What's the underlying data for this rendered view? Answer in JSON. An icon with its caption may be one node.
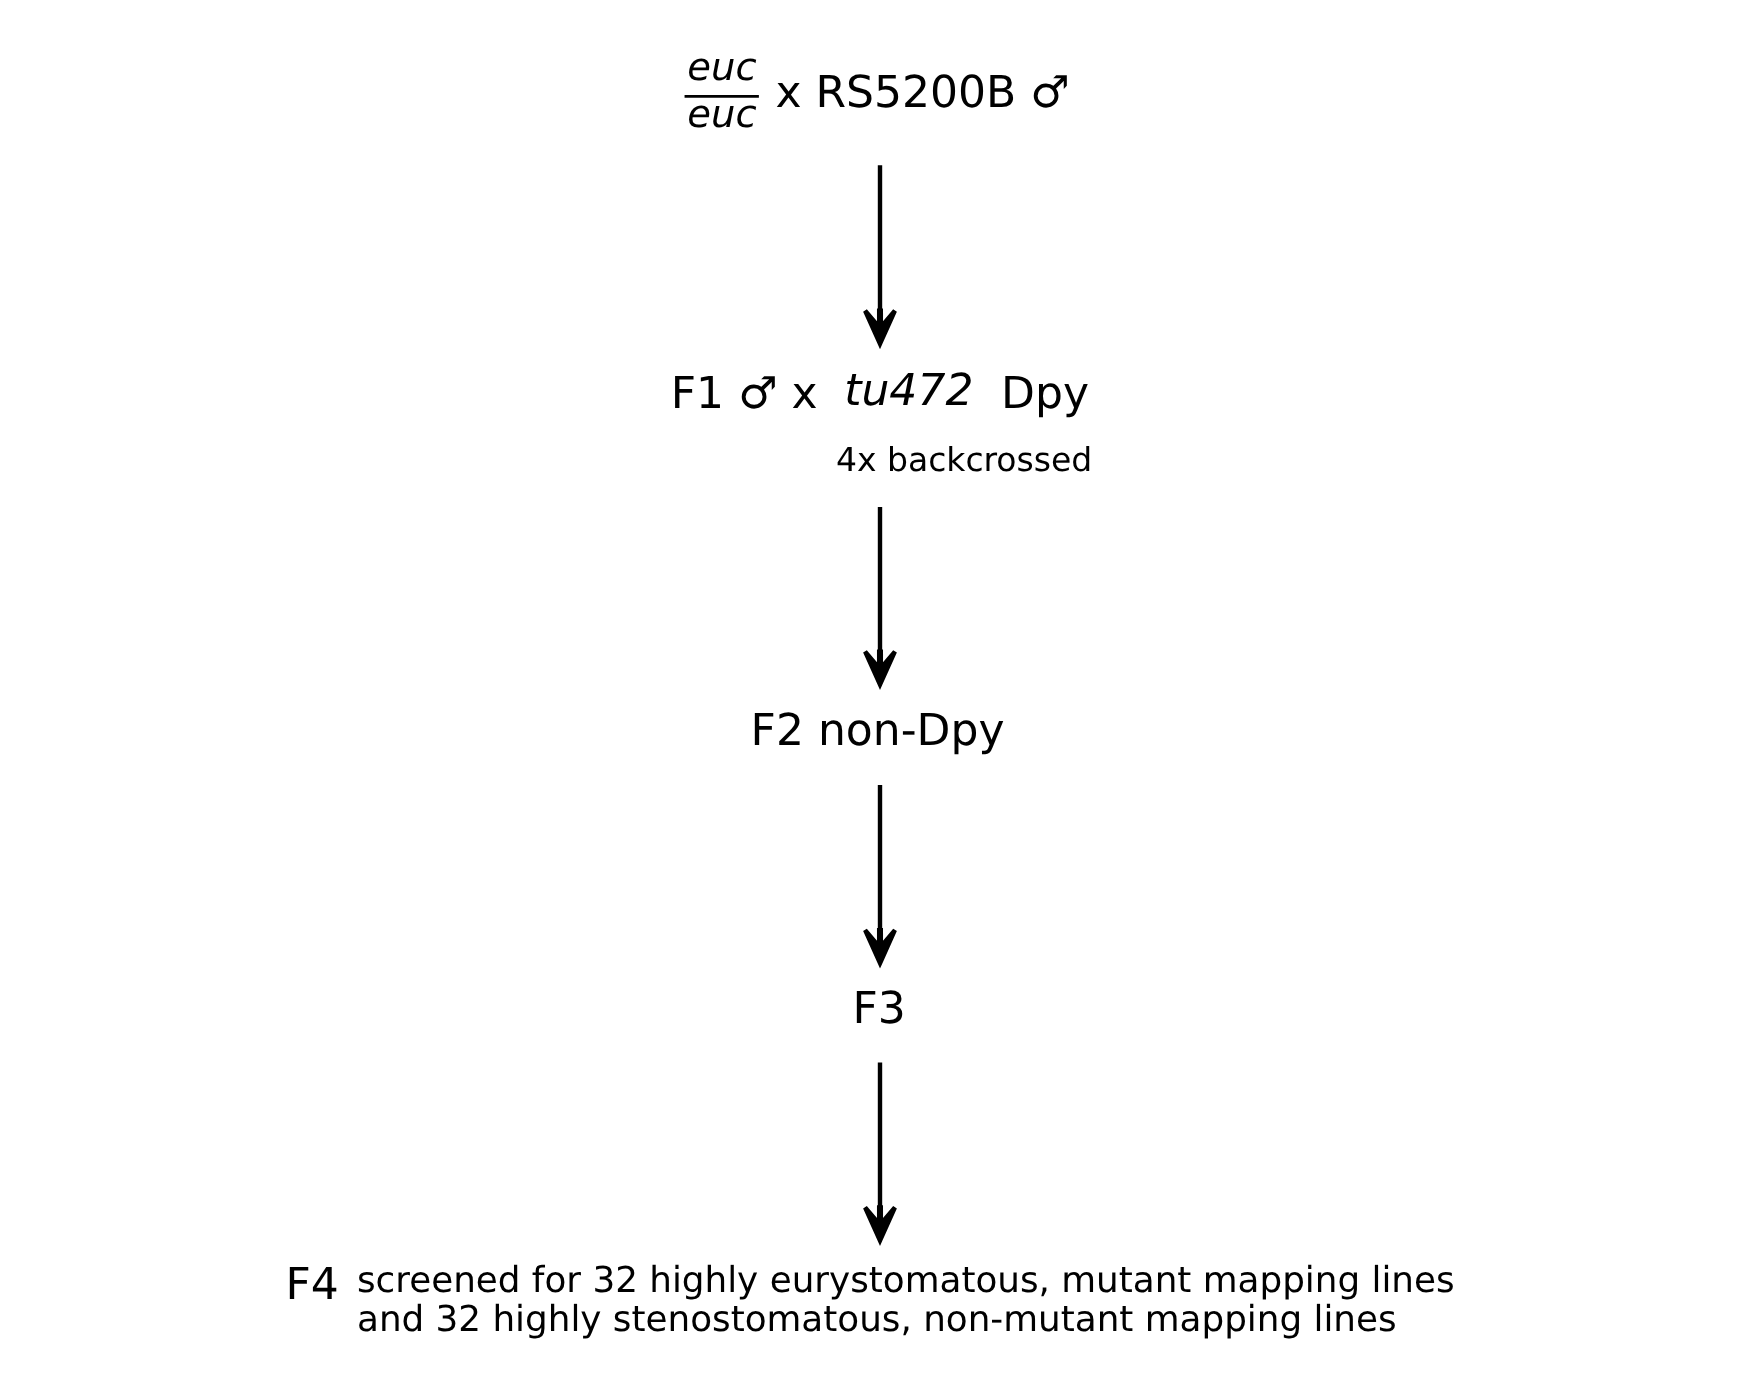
{
  "diagram": {
    "nodes": [
      {
        "text": [
          "*euc*",
          "*euc*",
          "x RS5200B ♂"
        ]
      },
      {
        "text": [
          "F1 ♂ x",
          "*tu472*",
          "Dpy"
        ],
        "beside": [
          "4x backcrossed"
        ]
      },
      {
        "text": [
          "F2 non-Dpy"
        ]
      },
      {
        "text": [
          "F3"
        ]
      },
      {
        "text": [
          "F4",
          "screened for 32 highly eurystomatous, mutant mapping lines and 32 highly stenostomatous, non-mutant mapping lines"
        ]
      }
    ],
    "edges": [
      {
        "from": 0,
        "to": 1,
        "arrow": "to"
      },
      {
        "from": 1,
        "to": 2,
        "arrow": "to"
      },
      {
        "from": 2,
        "to": 3,
        "arrow": "to"
      },
      {
        "from": 3,
        "to": 4,
        "arrow": "to"
      }
    ]
  }
}
